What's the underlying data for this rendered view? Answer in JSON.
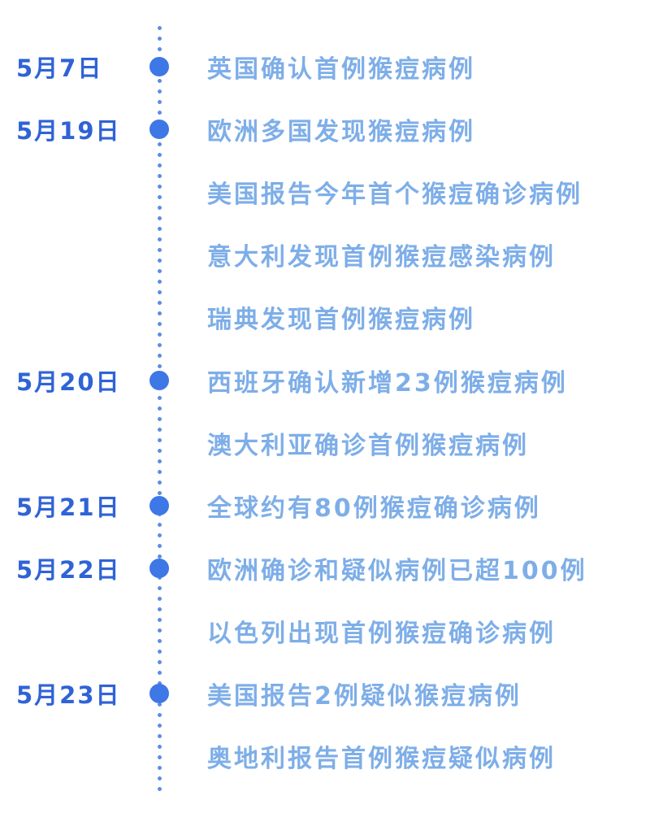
{
  "timeline": {
    "rows": [
      {
        "date": "5月7日",
        "event": "英国确认首例猴痘病例"
      },
      {
        "date": "5月19日",
        "event": "欧洲多国发现猴痘病例"
      },
      {
        "date": "",
        "event": "美国报告今年首个猴痘确诊病例"
      },
      {
        "date": "",
        "event": "意大利发现首例猴痘感染病例"
      },
      {
        "date": "",
        "event": "瑞典发现首例猴痘病例"
      },
      {
        "date": "5月20日",
        "event": "西班牙确认新增23例猴痘病例"
      },
      {
        "date": "",
        "event": "澳大利亚确诊首例猴痘病例"
      },
      {
        "date": "5月21日",
        "event": "全球约有80例猴痘确诊病例"
      },
      {
        "date": "5月22日",
        "event": "欧洲确诊和疑似病例已超100例"
      },
      {
        "date": "",
        "event": "以色列出现首例猴痘确诊病例"
      },
      {
        "date": "5月23日",
        "event": "美国报告2例疑似猴痘病例"
      },
      {
        "date": "",
        "event": "奥地利报告首例猴痘疑似病例"
      }
    ]
  },
  "colors": {
    "date": "#2f63d6",
    "dot": "#3e77e6",
    "event": "#7eaee8",
    "axis": "#5b8de6"
  },
  "icons": {
    "milestone": "timeline-dot-icon"
  }
}
